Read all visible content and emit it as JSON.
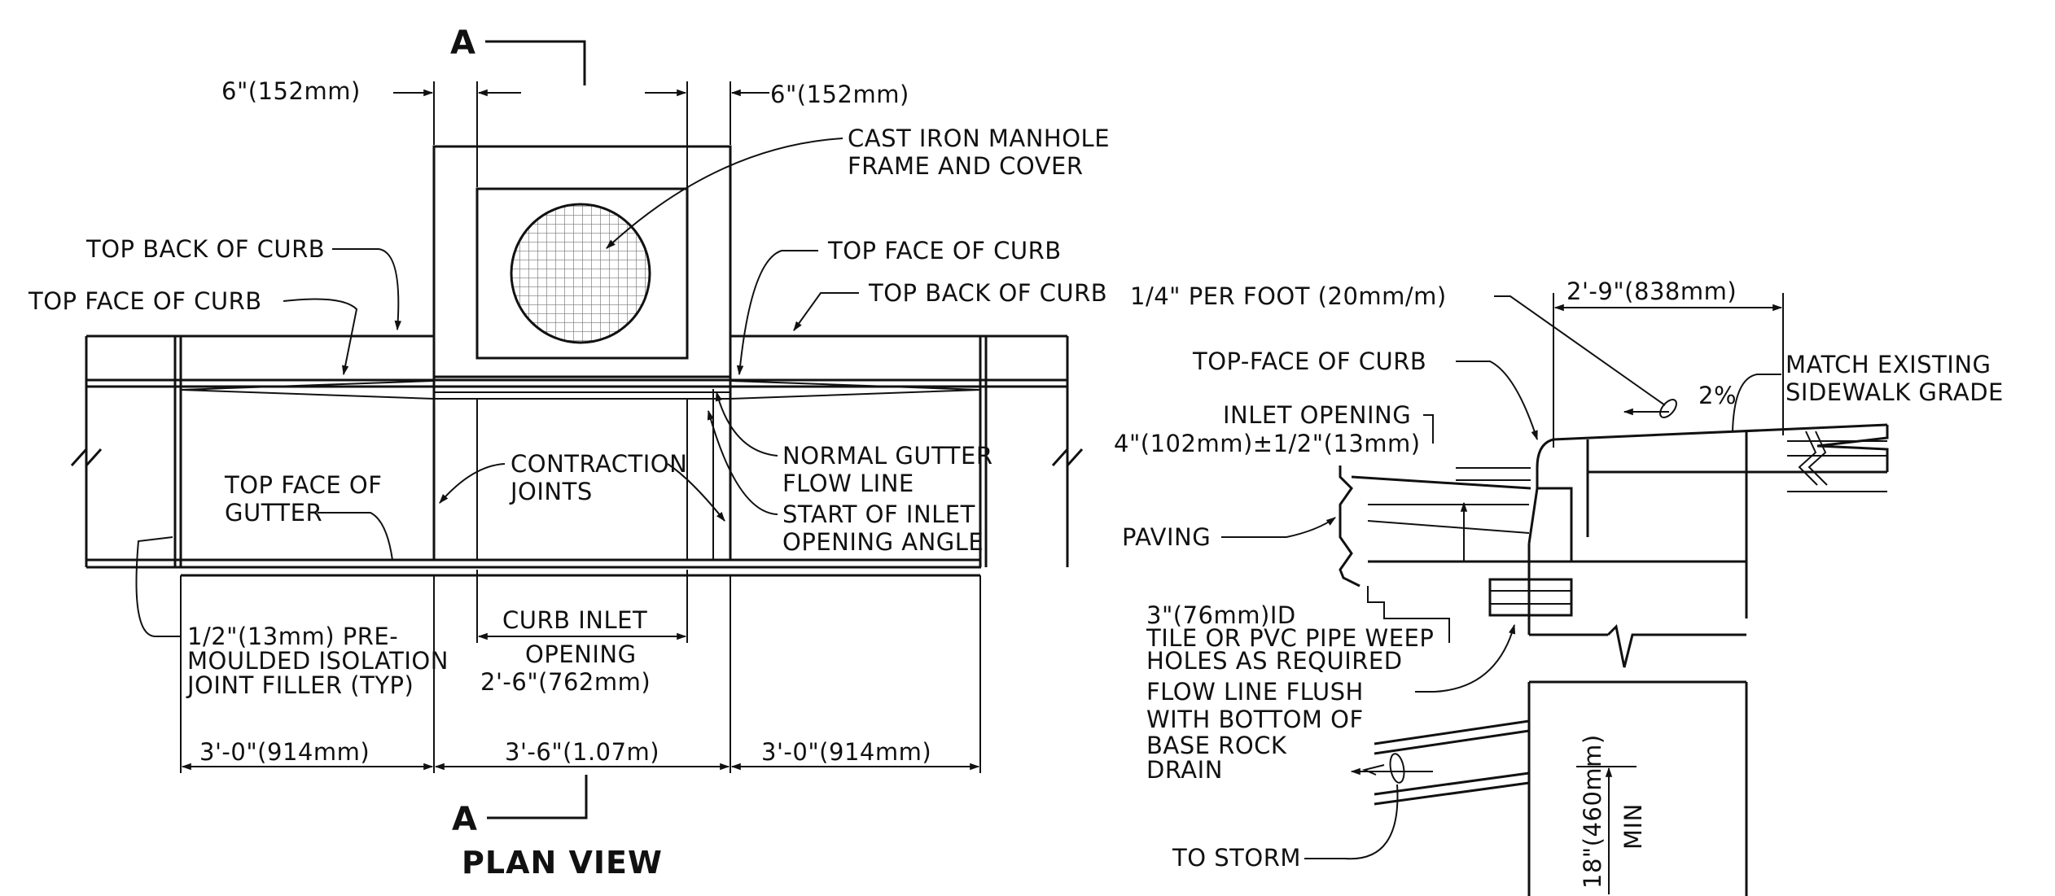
{
  "plan": {
    "section_marker": "A",
    "dim_frame_left": "6\"(152mm)",
    "dim_frame_right": "6\"(152mm)",
    "manhole": [
      "CAST IRON MANHOLE",
      "FRAME AND COVER"
    ],
    "top_back_of_curb_left": "TOP BACK OF CURB",
    "top_face_of_curb_left": "TOP FACE OF CURB",
    "top_face_of_curb_right": "TOP FACE OF CURB",
    "top_back_of_curb_right": "TOP BACK OF CURB",
    "contraction_joints": [
      "CONTRACTION",
      "JOINTS"
    ],
    "normal_gutter_flow_line": [
      "NORMAL GUTTER",
      "FLOW LINE"
    ],
    "start_of_inlet_opening_angle": [
      "START OF INLET",
      "OPENING ANGLE"
    ],
    "top_face_of_gutter": [
      "TOP FACE OF",
      "GUTTER"
    ],
    "joint_filler": [
      "1/2\"(13mm) PRE-",
      "MOULDED ISOLATION",
      "JOINT FILLER (TYP)"
    ],
    "curb_inlet_opening": [
      "CURB INLET",
      "OPENING",
      "2'-6\"(762mm)"
    ],
    "dim_left": "3'-0\"(914mm)",
    "dim_center": "3'-6\"(1.07m)",
    "dim_right": "3'-0\"(914mm)",
    "title": "PLAN VIEW"
  },
  "section": {
    "slope": "1/4\" PER FOOT (20mm/m)",
    "width": "2'-9\"(838mm)",
    "top_face_of_curb": "TOP-FACE OF CURB",
    "match_existing": [
      "MATCH EXISTING",
      "SIDEWALK GRADE"
    ],
    "grade": "2%",
    "inlet_opening": [
      "INLET OPENING",
      "4\"(102mm)±1/2\"(13mm)"
    ],
    "paving": "PAVING",
    "weep_holes": [
      "3\"(76mm)ID",
      "TILE OR PVC PIPE WEEP",
      "HOLES AS REQUIRED"
    ],
    "flow_line_flush": [
      "FLOW LINE FLUSH",
      "WITH BOTTOM OF",
      "BASE ROCK",
      "DRAIN"
    ],
    "to_storm": "TO STORM",
    "depth": "18\"(460mm)",
    "min": "MIN"
  }
}
